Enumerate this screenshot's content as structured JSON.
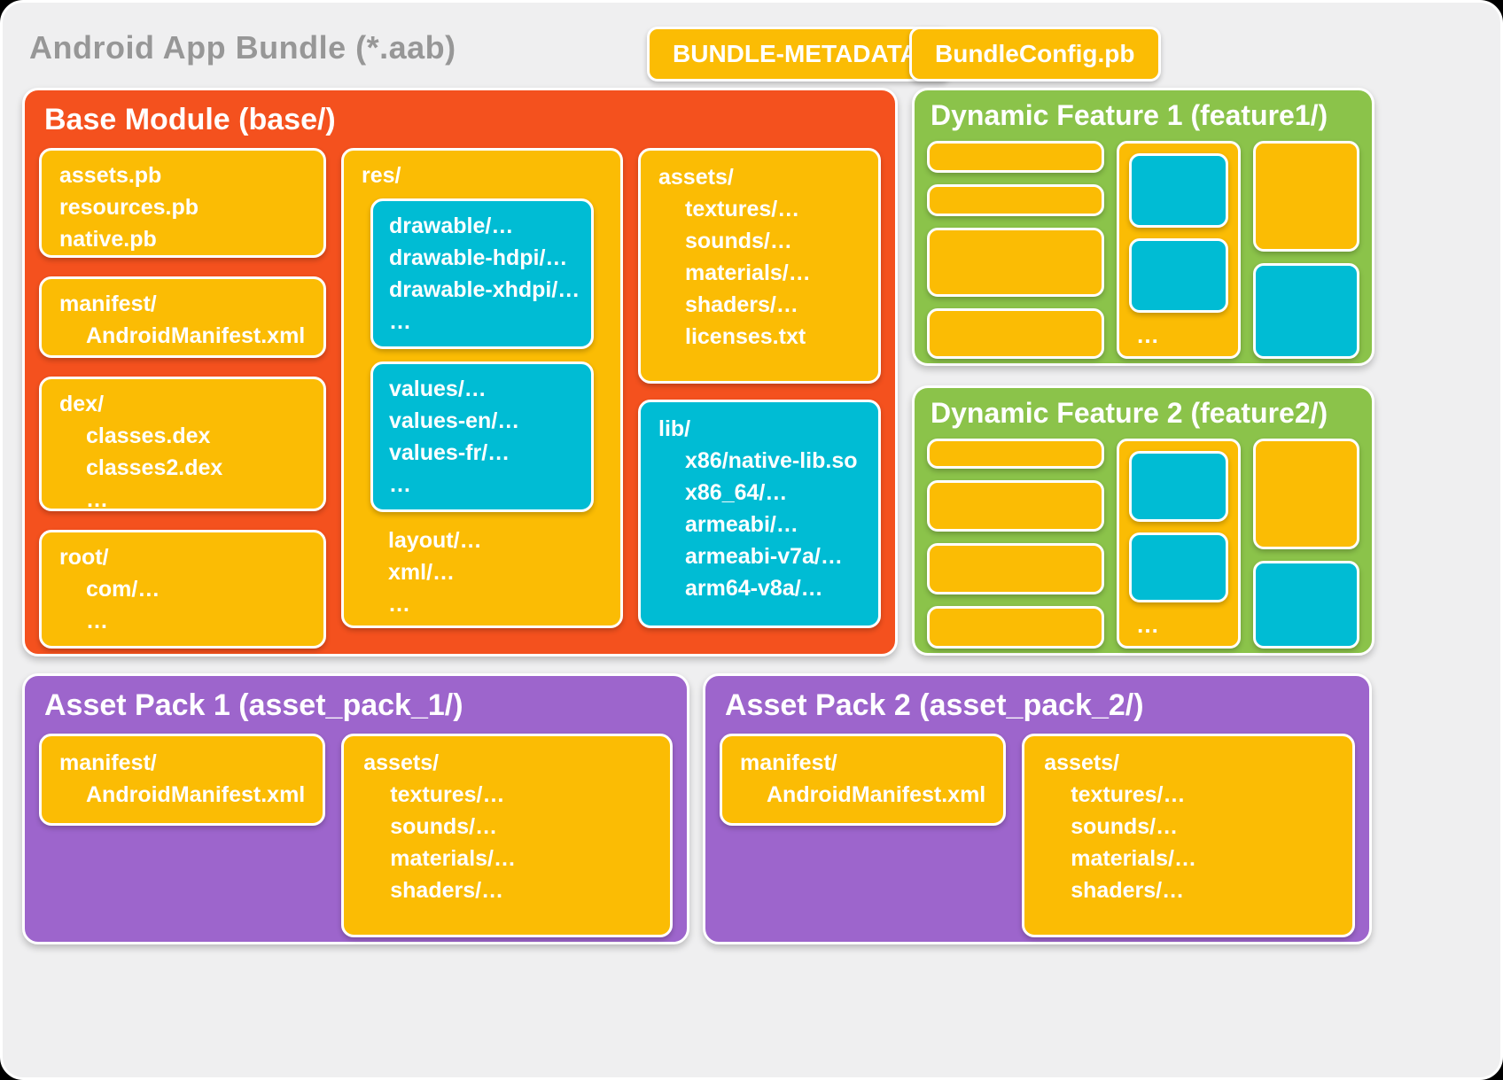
{
  "title": "Android App Bundle (*.aab)",
  "top_buttons": {
    "bundle_metadata": "BUNDLE-METADATA/",
    "bundle_config": "BundleConfig.pb"
  },
  "colors": {
    "orange": "#F4511E",
    "yellow": "#FBBC04",
    "cyan": "#00BCD4",
    "green": "#8BC34A",
    "purple": "#9D65CC",
    "background": "#EFEFF0",
    "title_gray": "#979797"
  },
  "base_module": {
    "title": "Base Module (base/)",
    "protobuf_box": {
      "lines": [
        {
          "text": "assets.pb",
          "indent": 0
        },
        {
          "text": "resources.pb",
          "indent": 0
        },
        {
          "text": "native.pb",
          "indent": 0
        }
      ]
    },
    "manifest_box": {
      "lines": [
        {
          "text": "manifest/",
          "indent": 0
        },
        {
          "text": "AndroidManifest.xml",
          "indent": 1
        }
      ]
    },
    "dex_box": {
      "lines": [
        {
          "text": "dex/",
          "indent": 0
        },
        {
          "text": "classes.dex",
          "indent": 1
        },
        {
          "text": "classes2.dex",
          "indent": 1
        },
        {
          "text": "…",
          "indent": 1
        }
      ]
    },
    "root_box": {
      "lines": [
        {
          "text": "root/",
          "indent": 0
        },
        {
          "text": "com/…",
          "indent": 1
        },
        {
          "text": "…",
          "indent": 1
        }
      ]
    },
    "res_box": {
      "label": "res/",
      "drawable_box": {
        "lines": [
          {
            "text": "drawable/…",
            "indent": 0
          },
          {
            "text": "drawable-hdpi/…",
            "indent": 0
          },
          {
            "text": "drawable-xhdpi/…",
            "indent": 0
          },
          {
            "text": "…",
            "indent": 0
          }
        ]
      },
      "values_box": {
        "lines": [
          {
            "text": "values/…",
            "indent": 0
          },
          {
            "text": "values-en/…",
            "indent": 0
          },
          {
            "text": "values-fr/…",
            "indent": 0
          },
          {
            "text": "…",
            "indent": 0
          }
        ]
      },
      "tail_lines": [
        {
          "text": "layout/…",
          "indent": 0
        },
        {
          "text": "xml/…",
          "indent": 0
        },
        {
          "text": "…",
          "indent": 0
        }
      ]
    },
    "assets_box": {
      "lines": [
        {
          "text": "assets/",
          "indent": 0
        },
        {
          "text": "textures/…",
          "indent": 1
        },
        {
          "text": "sounds/…",
          "indent": 1
        },
        {
          "text": "materials/…",
          "indent": 1
        },
        {
          "text": "shaders/…",
          "indent": 1
        },
        {
          "text": "licenses.txt",
          "indent": 1
        }
      ]
    },
    "lib_box": {
      "lines": [
        {
          "text": "lib/",
          "indent": 0
        },
        {
          "text": "x86/native-lib.so",
          "indent": 1
        },
        {
          "text": "x86_64/…",
          "indent": 1
        },
        {
          "text": "armeabi/…",
          "indent": 1
        },
        {
          "text": "armeabi-v7a/…",
          "indent": 1
        },
        {
          "text": "arm64-v8a/…",
          "indent": 1
        }
      ]
    }
  },
  "dynamic_features": [
    {
      "title": "Dynamic Feature 1 (feature1/)",
      "ellipsis": "…"
    },
    {
      "title": "Dynamic Feature 2 (feature2/)",
      "ellipsis": "…"
    }
  ],
  "asset_packs": [
    {
      "title": "Asset Pack 1 (asset_pack_1/)",
      "manifest_box": {
        "lines": [
          {
            "text": "manifest/",
            "indent": 0
          },
          {
            "text": "AndroidManifest.xml",
            "indent": 1
          }
        ]
      },
      "assets_box": {
        "lines": [
          {
            "text": "assets/",
            "indent": 0
          },
          {
            "text": "textures/…",
            "indent": 1
          },
          {
            "text": "sounds/…",
            "indent": 1
          },
          {
            "text": "materials/…",
            "indent": 1
          },
          {
            "text": "shaders/…",
            "indent": 1
          }
        ]
      }
    },
    {
      "title": "Asset Pack 2 (asset_pack_2/)",
      "manifest_box": {
        "lines": [
          {
            "text": "manifest/",
            "indent": 0
          },
          {
            "text": "AndroidManifest.xml",
            "indent": 1
          }
        ]
      },
      "assets_box": {
        "lines": [
          {
            "text": "assets/",
            "indent": 0
          },
          {
            "text": "textures/…",
            "indent": 1
          },
          {
            "text": "sounds/…",
            "indent": 1
          },
          {
            "text": "materials/…",
            "indent": 1
          },
          {
            "text": "shaders/…",
            "indent": 1
          }
        ]
      }
    }
  ]
}
